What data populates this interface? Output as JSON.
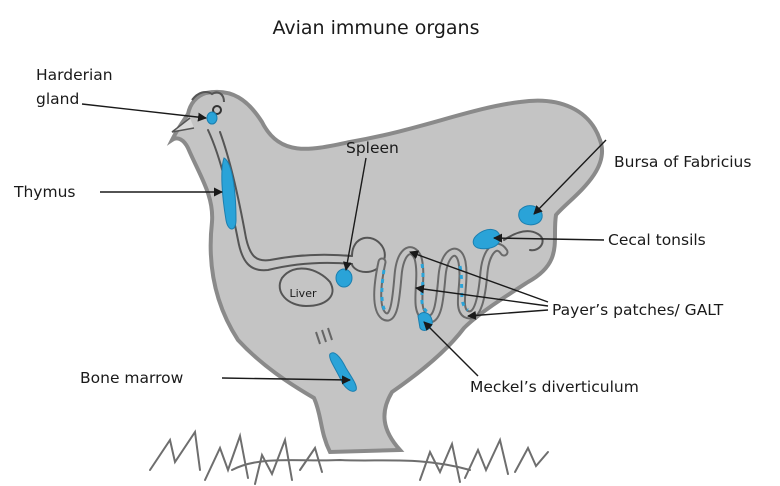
{
  "title": "Avian immune organs",
  "labels": {
    "harderian_gland_line1": "Harderian",
    "harderian_gland_line2": "gland",
    "thymus": "Thymus",
    "spleen": "Spleen",
    "bursa": "Bursa of Fabricius",
    "cecal_tonsils": "Cecal tonsils",
    "payers_patches": "Payer’s patches/ GALT",
    "bone_marrow": "Bone marrow",
    "meckels": "Meckel’s diverticulum",
    "liver": "Liver"
  },
  "colors": {
    "body_fill": "#c4c4c4",
    "body_stroke": "#8a8a8a",
    "organ": "#2aa3d8",
    "line": "#1a1a1a",
    "gut": "#555555"
  }
}
